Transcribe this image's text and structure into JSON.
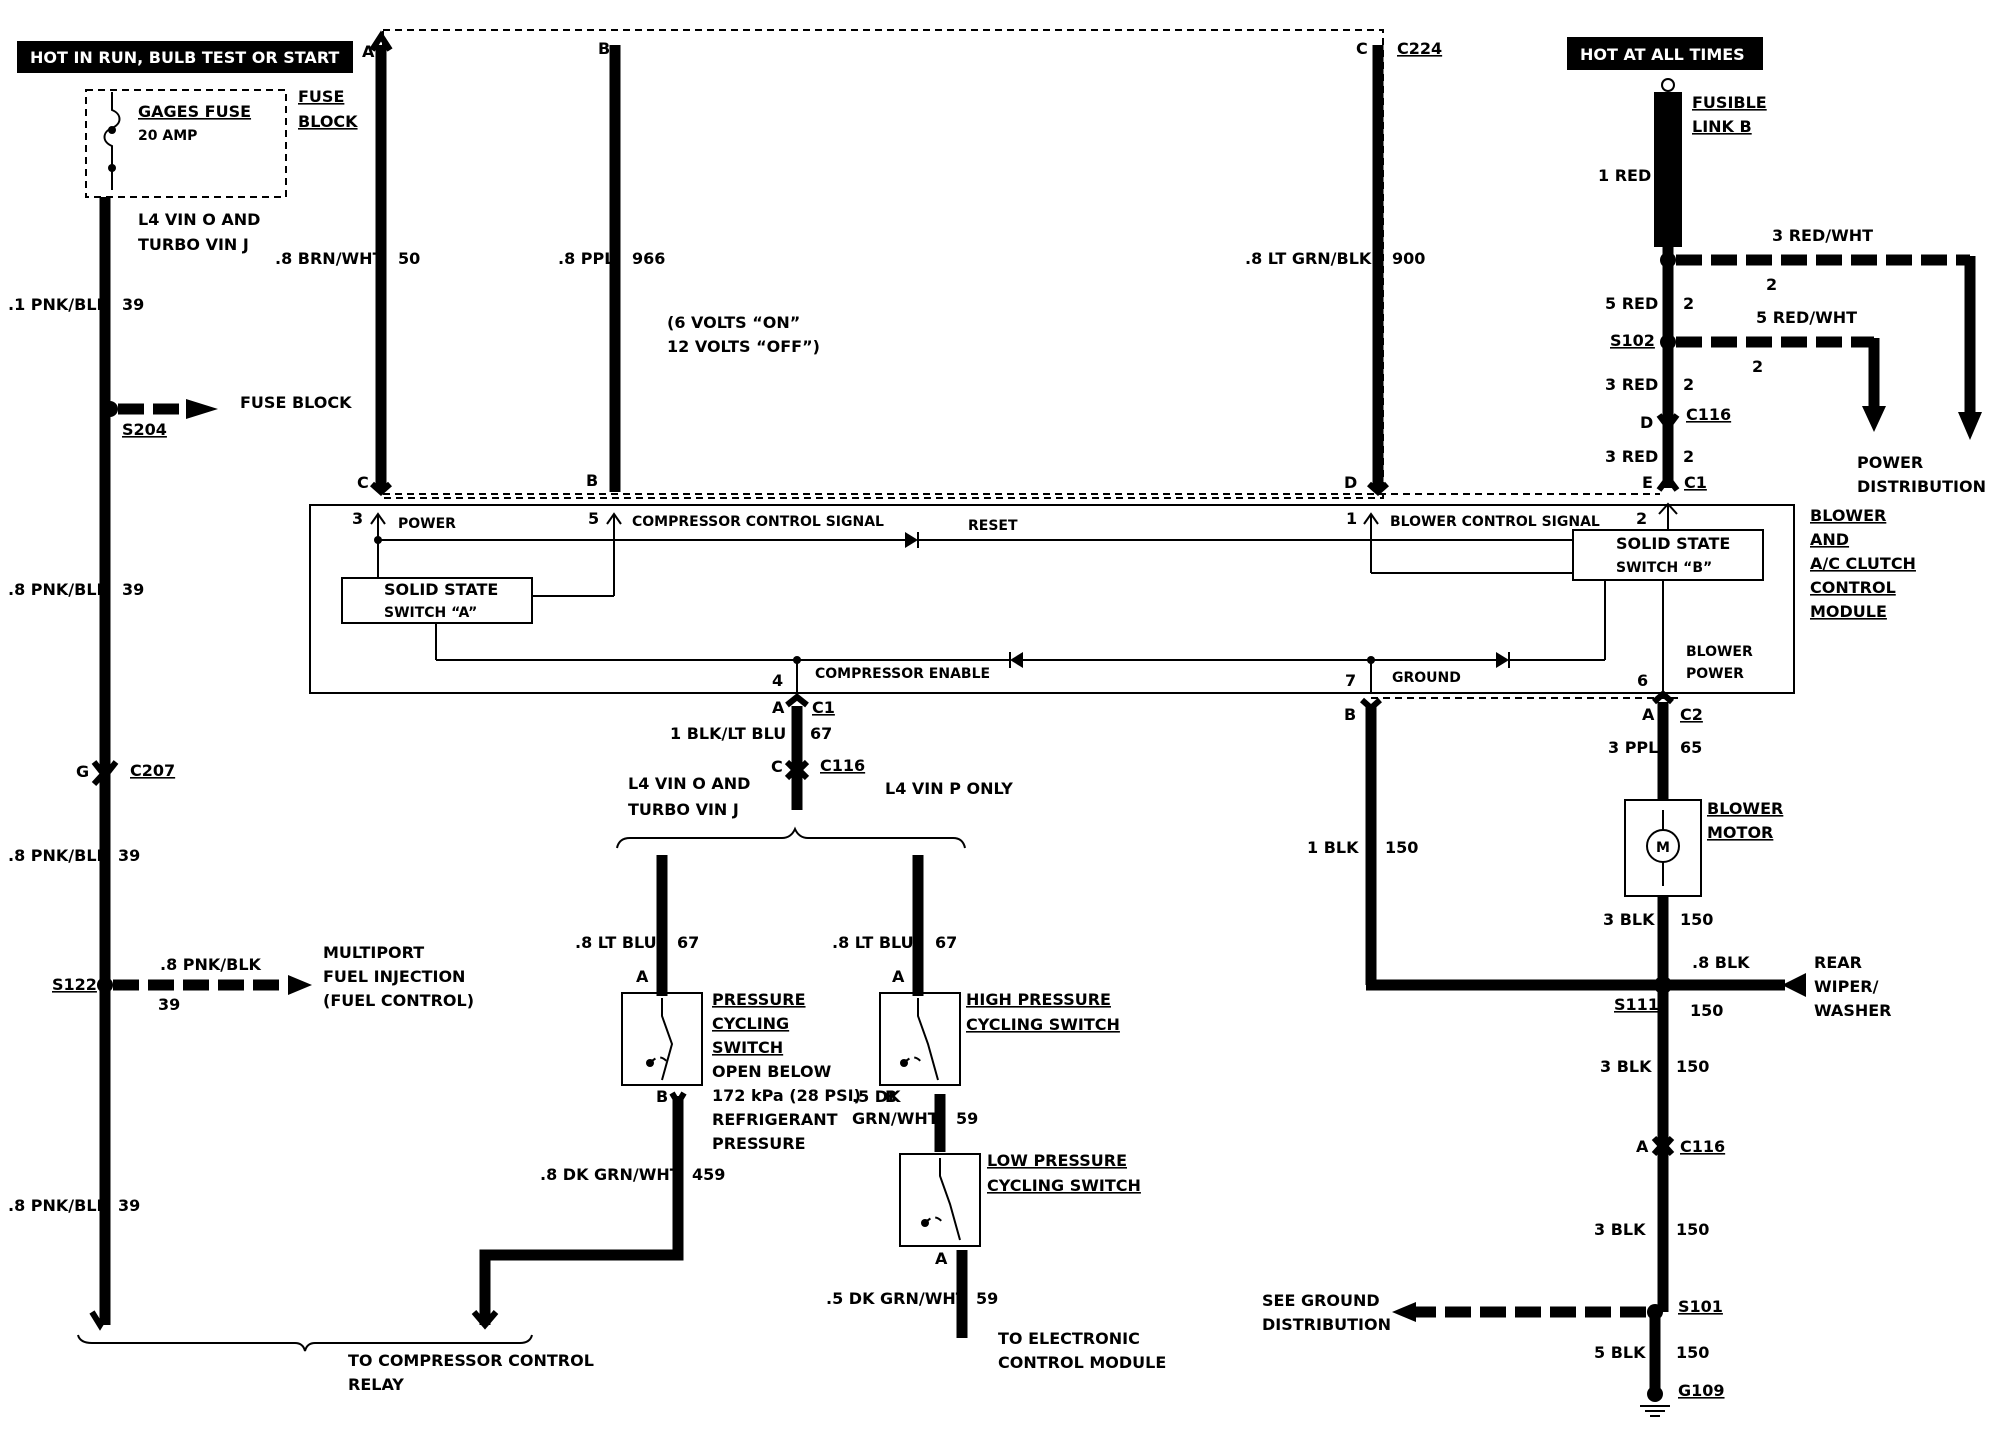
{
  "banners": {
    "left": "HOT IN RUN,  BULB TEST OR START",
    "right": "HOT AT ALL TIMES"
  },
  "fuse": {
    "name": "GAGES FUSE",
    "rating": "20 AMP",
    "block_l1": "FUSE",
    "block_l2": "BLOCK",
    "variant_l1": "L4 VIN O AND",
    "variant_l2": "TURBO VIN J"
  },
  "fusible_link": {
    "l1": "FUSIBLE",
    "l2": "LINK B"
  },
  "connectors": {
    "c224": "C224",
    "c207": "C207",
    "c116": "C116",
    "c1": "C1",
    "c2": "C2"
  },
  "splices": {
    "s204": "S204",
    "s122": "S122",
    "s102": "S102",
    "s111": "S111",
    "s101": "S101"
  },
  "ground": "G109",
  "pins": {
    "a": "A",
    "b": "B",
    "c": "C",
    "d": "D",
    "e": "E",
    "g": "G"
  },
  "circuits": {
    "c39": "39",
    "c50": "50",
    "c966": "966",
    "c900": "900",
    "c2": "2",
    "c67": "67",
    "c65": "65",
    "c150": "150",
    "c459": "459",
    "c59": "59"
  },
  "wires": {
    "pnk1": ".1 PNK/BLK",
    "pnk8": ".8 PNK/BLK",
    "brn": ".8 BRN/WHT",
    "ppl8": ".8 PPL",
    "ltgrn": ".8 LT GRN/BLK",
    "red1": "1 RED",
    "redwht3": "3 RED/WHT",
    "red5": "5 RED",
    "redwht5": "5 RED/WHT",
    "red3": "3 RED",
    "blkltblu": "1 BLK/LT BLU",
    "ltblu": ".8 LT BLU",
    "ppl3": "3 PPL",
    "blk1": "1 BLK",
    "blk3": "3 BLK",
    "blk8": ".8 BLK",
    "blk5": "5 BLK",
    "dkgrn8": ".8 DK GRN/WHT",
    "dkgrn5": ".5 DK GRN/WHT",
    "dk5a": ".5 DK",
    "dk5b": "GRN/WHT"
  },
  "destinations": {
    "fuse_block": "FUSE BLOCK",
    "mpfi_l1": "MULTIPORT",
    "mpfi_l2": "FUEL INJECTION",
    "mpfi_l3": "(FUEL CONTROL)",
    "power_l1": "POWER",
    "power_l2": "DISTRIBUTION",
    "relay_l1": "TO COMPRESSOR CONTROL",
    "relay_l2": "RELAY",
    "ecm_l1": "TO ELECTRONIC",
    "ecm_l2": "CONTROL MODULE",
    "wiper_l1": "REAR",
    "wiper_l2": "WIPER/",
    "wiper_l3": "WASHER",
    "ground_l1": "SEE GROUND",
    "ground_l2": "DISTRIBUTION"
  },
  "volts_l1": "(6 VOLTS “ON”",
  "volts_l2": "12 VOLTS “OFF”)",
  "module": {
    "title_l1": "BLOWER",
    "title_l2": "AND",
    "title_l3": "A/C CLUTCH",
    "title_l4": "CONTROL",
    "title_l5": "MODULE",
    "power": "POWER",
    "compressor_signal": "COMPRESSOR CONTROL SIGNAL",
    "reset": "RESET",
    "blower_signal": "BLOWER CONTROL  SIGNAL",
    "ssa_l1": "SOLID STATE",
    "ssa_l2": "SWITCH “A”",
    "ssb_l1": "SOLID STATE",
    "ssb_l2": "SWITCH “B”",
    "enable": "COMPRESSOR ENABLE",
    "ground": "GROUND",
    "bp_l1": "BLOWER",
    "bp_l2": "POWER",
    "pins": {
      "p1": "1",
      "p2": "2",
      "p3": "3",
      "p4": "4",
      "p5": "5",
      "p6": "6",
      "p7": "7"
    }
  },
  "variants": {
    "l4_l1": "L4 VIN O AND",
    "l4_l2": "TURBO VIN J",
    "vinp": "L4 VIN P ONLY"
  },
  "switches": {
    "pcs_l1": "PRESSURE",
    "pcs_l2": "CYCLING",
    "pcs_l3": "SWITCH",
    "pcs_n1": "OPEN BELOW",
    "pcs_n2": "172 kPa (28 PSI)",
    "pcs_n3": "REFRIGERANT",
    "pcs_n4": "PRESSURE",
    "hp_l1": "HIGH PRESSURE",
    "hp_l2": "CYCLING SWITCH",
    "lp_l1": "LOW PRESSURE",
    "lp_l2": "CYCLING SWITCH"
  },
  "motor": {
    "l1": "BLOWER",
    "l2": "MOTOR",
    "symbol": "M"
  }
}
